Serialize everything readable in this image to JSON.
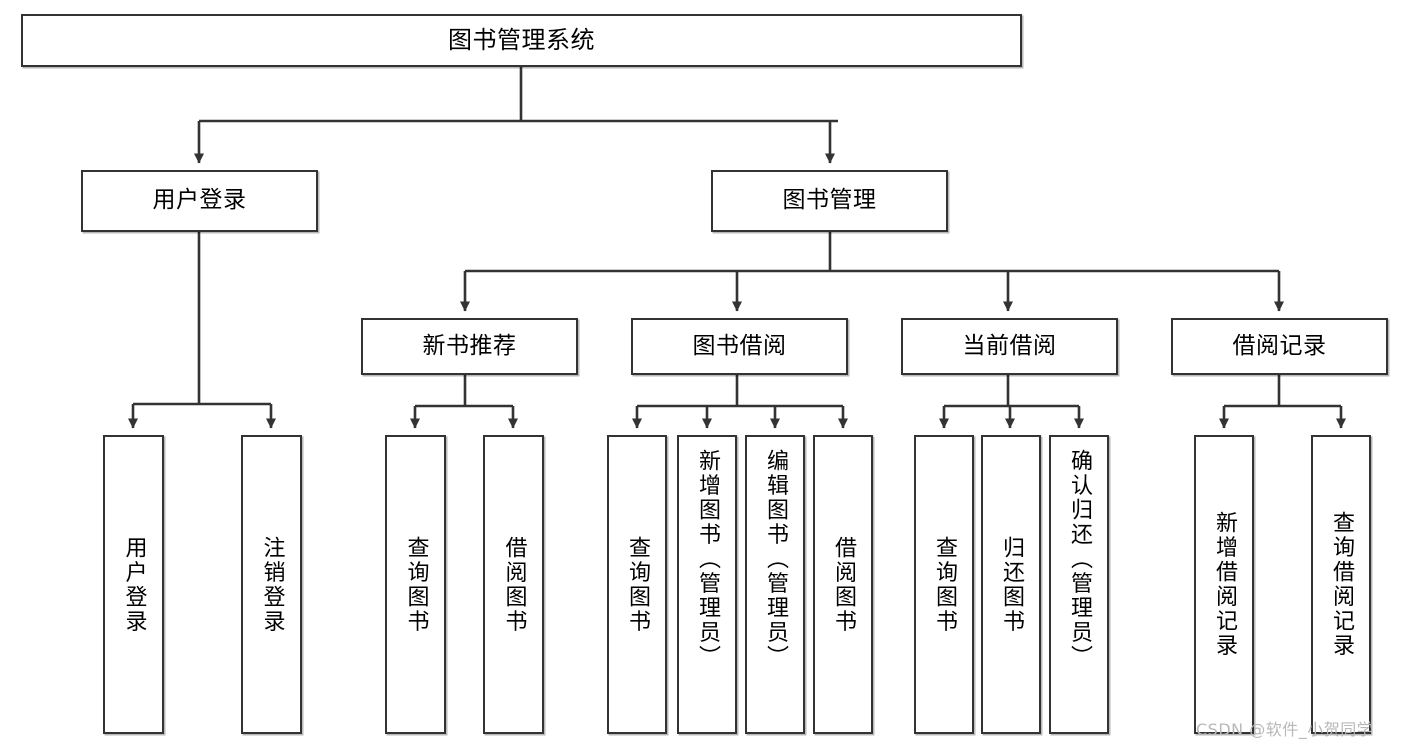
{
  "diagram": {
    "title": "图书管理系统",
    "type": "tree",
    "watermark": "CSDN @软件_小贺同学",
    "colors": {
      "box_border": "#333333",
      "box_fill": "#ffffff",
      "edge": "#333333",
      "text": "#000000",
      "watermark": "#b8b8b8"
    },
    "nodes": {
      "root": {
        "label": "图书管理系统"
      },
      "level1": [
        {
          "id": "user-login",
          "label": "用户登录"
        },
        {
          "id": "book-manage",
          "label": "图书管理"
        }
      ],
      "level2": [
        {
          "id": "new-book-recommend",
          "label": "新书推荐"
        },
        {
          "id": "book-borrow",
          "label": "图书借阅"
        },
        {
          "id": "current-borrow",
          "label": "当前借阅"
        },
        {
          "id": "borrow-record",
          "label": "借阅记录"
        }
      ],
      "leaves": {
        "user-login": [
          {
            "id": "leaf-user-login",
            "label": "用户登录"
          },
          {
            "id": "leaf-logout-login",
            "label": "注销登录"
          }
        ],
        "new-book-recommend": [
          {
            "id": "leaf-query-book-1",
            "label": "查询图书"
          },
          {
            "id": "leaf-borrow-book-1",
            "label": "借阅图书"
          }
        ],
        "book-borrow": [
          {
            "id": "leaf-query-book-2",
            "label": "查询图书"
          },
          {
            "id": "leaf-add-book",
            "label": "新增图书（管理员）"
          },
          {
            "id": "leaf-edit-book",
            "label": "编辑图书（管理员）"
          },
          {
            "id": "leaf-borrow-book-2",
            "label": "借阅图书"
          }
        ],
        "current-borrow": [
          {
            "id": "leaf-query-book-3",
            "label": "查询图书"
          },
          {
            "id": "leaf-return-book",
            "label": "归还图书"
          },
          {
            "id": "leaf-confirm-return",
            "label": "确认归还（管理员）"
          }
        ],
        "borrow-record": [
          {
            "id": "leaf-add-record",
            "label": "新增借阅记录"
          },
          {
            "id": "leaf-query-record",
            "label": "查询借阅记录"
          }
        ]
      }
    }
  }
}
